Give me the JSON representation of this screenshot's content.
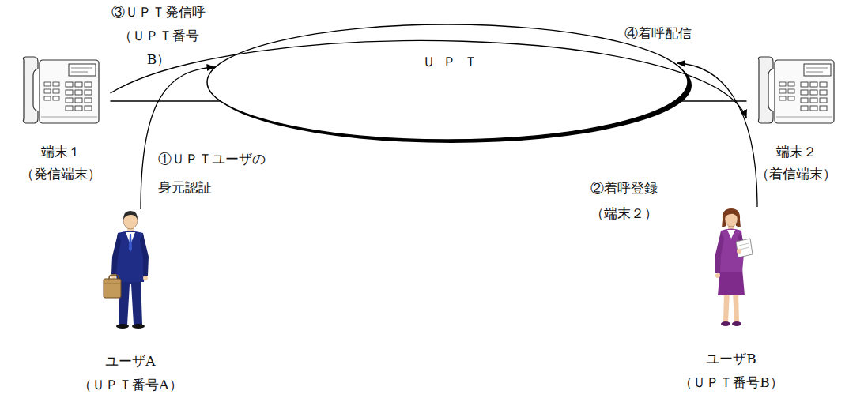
{
  "diagram": {
    "nodes": [
      {
        "text": [
          "端末１",
          "（発信端末）"
        ]
      },
      {
        "text": [
          "ＵＰＴ"
        ]
      },
      {
        "text": [
          "端末２",
          "（着信端末）"
        ]
      },
      {
        "text": [
          "ユーザA",
          "（ＵＰＴ番号A）"
        ]
      },
      {
        "text": [
          "ユーザB",
          "（ＵＰＴ番号B）"
        ]
      }
    ],
    "edges": [
      {
        "from": 0,
        "to": 1,
        "arrow": "none"
      },
      {
        "from": 2,
        "to": 1,
        "arrow": "none"
      },
      {
        "from": 3,
        "to": 1,
        "label": "①ＵＰＴユーザの 身元認証",
        "arrow": "to"
      },
      {
        "from": 4,
        "to": 1,
        "label": "②着呼登録 （端末２）",
        "arrow": "to"
      },
      {
        "from": 0,
        "to": 2,
        "label": "③ＵＰＴ発信呼 （ＵＰＴ番号B）",
        "arrow": "to"
      }
    ],
    "labels": [
      "④着呼配信"
    ]
  }
}
